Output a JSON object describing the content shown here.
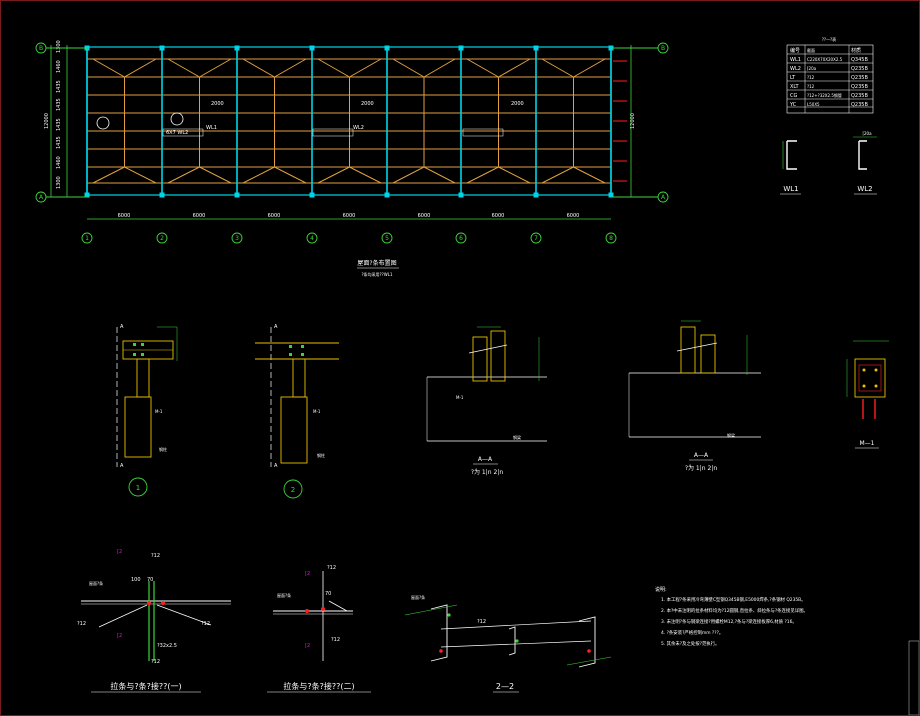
{
  "plan": {
    "title": "屋面?条布置图",
    "subtitle": "?条均采用??WL1",
    "bay_dims": [
      "6000",
      "6000",
      "6000",
      "6000",
      "6000",
      "6000",
      "6000"
    ],
    "left_dims": [
      "1300",
      "1460",
      "1435",
      "1435",
      "1435",
      "1435",
      "1460",
      "1300"
    ],
    "total_height": "12000",
    "grid_columns": [
      "1",
      "2",
      "3",
      "4",
      "5",
      "6",
      "7",
      "8"
    ],
    "grid_rows": [
      "B",
      "A"
    ],
    "notes": [
      "2000",
      "2000",
      "2000",
      "6X7 WL2",
      "WL1",
      "WL2"
    ]
  },
  "table": {
    "header": [
      "编号",
      "截面",
      "材质"
    ],
    "rows": [
      [
        "WL1",
        "C220X70X20X2.5",
        "Q345B"
      ],
      [
        "WL2",
        "[20a",
        "Q235B"
      ],
      [
        "LT",
        "?12",
        "Q235B"
      ],
      [
        "XLT",
        "?12",
        "Q235B"
      ],
      [
        "CG",
        "?12+?32X2.5钢管",
        "Q235B"
      ],
      [
        "YC",
        "L50X5",
        "Q235B"
      ]
    ]
  },
  "sections": {
    "wl1": "WL1",
    "wl2": "WL2",
    "wl2_dim": "[20a",
    "detail1": "1",
    "detail2": "2",
    "aa1": "A—A",
    "aa1_sub": "?为 1|n 2|n",
    "aa2": "A—A",
    "aa2_sub": "?为 1|n 2|n",
    "m1": "M—1",
    "label_m1": "M-1",
    "label_col": "钢柱",
    "label_beam": "钢梁",
    "label_a": "A"
  },
  "bottom": {
    "det1_title": "拉条与?条?接??(一)",
    "det2_title": "拉条与?条?接??(二)",
    "sec22": "2—2",
    "phi12": "?12",
    "pipe": "?32x2.5",
    "d100": "100",
    "d70": "70",
    "tag": "[2",
    "tiao": "屋面?条"
  },
  "notes": {
    "heading": "说明:",
    "lines": [
      "1. 本工程?条采用冷弯薄壁C型钢Q345B钢,E5000焊条,?条钢材 Q235B。",
      "2. 本?中未注明的拉条材料均为?12圆钢,直拉条、斜拉条与?条连接见详图。",
      "3. 未注明?条与钢梁连接?用螺栓M12,?条与?梁连接板厚6,材质 ?16。",
      "4. ?条安装?严格控制mm ???。",
      "5. 其余未?及之处按?范执行。"
    ]
  },
  "colors": {
    "cyan": "#00d4e8",
    "yellow": "#e8c000",
    "orange": "#e0a040",
    "green": "#3cd43c",
    "white": "#ffffff",
    "red": "#ff2020",
    "magenta": "#ff00ff"
  }
}
